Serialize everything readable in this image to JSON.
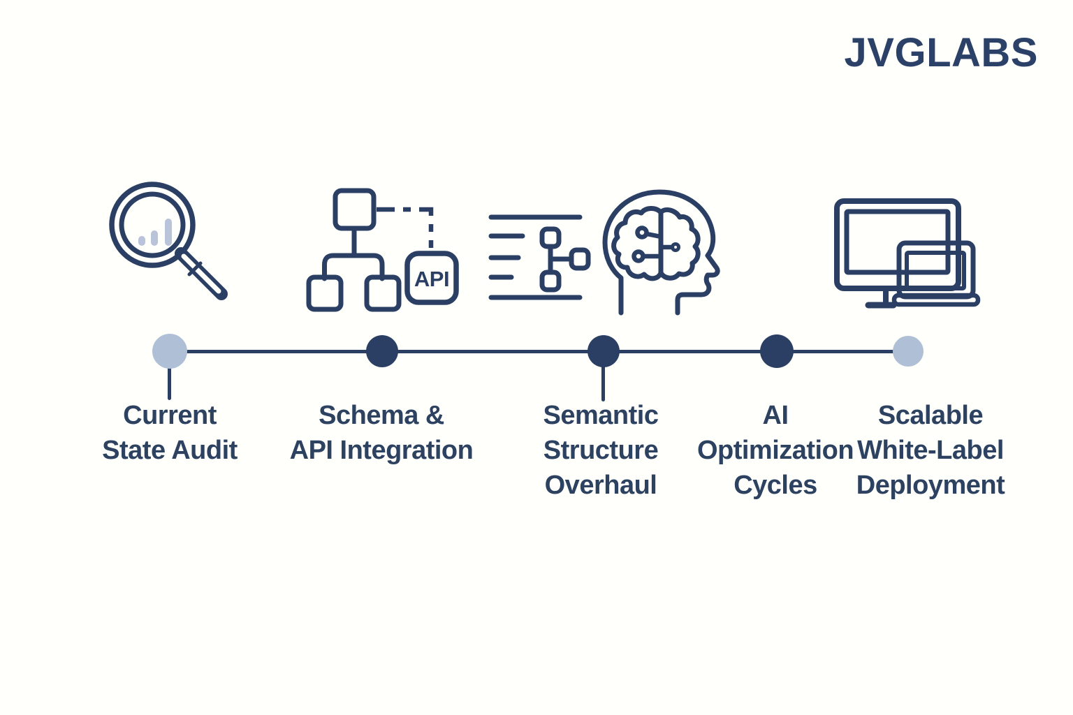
{
  "brand": {
    "name": "JVGLABS"
  },
  "palette": {
    "background": "#fffffb",
    "ink": "#2a3f63",
    "label_text": "#2d4160",
    "light_dot": "#aebfd6",
    "magnifier_bars": "#b9c3da"
  },
  "timeline": {
    "stages": [
      {
        "id": "current-state-audit",
        "label": "Current\nState Audit",
        "icon": "magnifier-bar-chart-icon",
        "dot_style": "light",
        "connector_below_dot": true
      },
      {
        "id": "schema-api-integration",
        "label": "Schema &\nAPI Integration",
        "icon": "schema-flowchart-api-icon",
        "dot_style": "dark",
        "connector_below_dot": false
      },
      {
        "id": "semantic-structure-overhaul",
        "label": "Semantic\nStructure\nOverhaul",
        "icon": "text-structure-nodes-icon",
        "dot_style": "dark",
        "connector_below_dot": true
      },
      {
        "id": "ai-optimization-cycles",
        "label": "AI\nOptimization\nCycles",
        "icon": "head-brain-circuit-icon",
        "dot_style": "dark",
        "connector_below_dot": false
      },
      {
        "id": "scalable-white-label-deployment",
        "label": "Scalable\nWhite-Label\nDeployment",
        "icon": "desktop-laptop-icon",
        "dot_style": "light",
        "connector_below_dot": false
      }
    ]
  },
  "icons": {
    "api_badge_label": "API"
  }
}
